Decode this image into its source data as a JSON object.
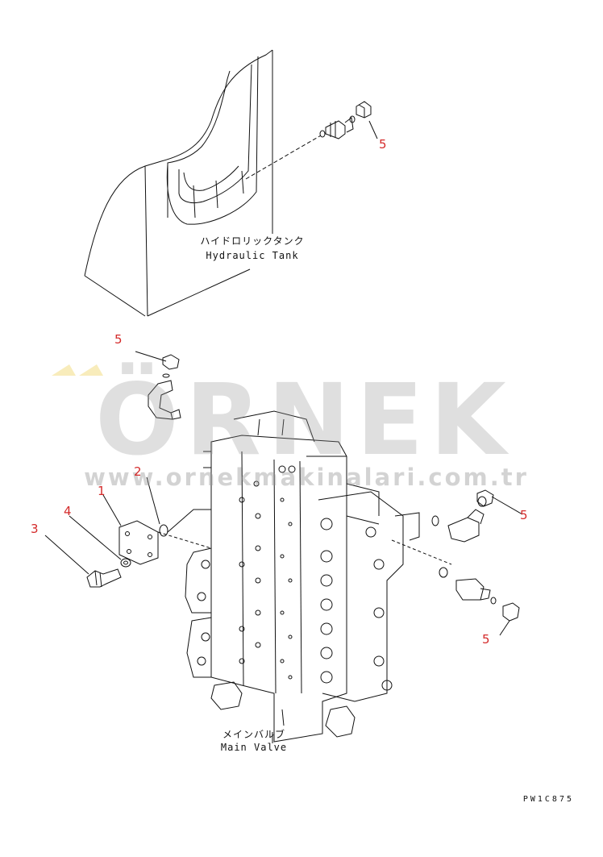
{
  "callouts": [
    "5",
    "5",
    "2",
    "1",
    "4",
    "3",
    "5",
    "5"
  ],
  "labels": {
    "tank_jp": "ハイドロリックタンク",
    "tank_en": "Hydraulic Tank",
    "valve_jp": "メインバルブ",
    "valve_en": "Main Valve"
  },
  "watermark": {
    "brand": "ÖRNEK",
    "url": "www.ornekmakinalari.com.tr"
  },
  "drawing_code": "PW1C875",
  "colors": {
    "callout": "#d42a2a",
    "line": "#111111",
    "watermark": "#969696"
  }
}
